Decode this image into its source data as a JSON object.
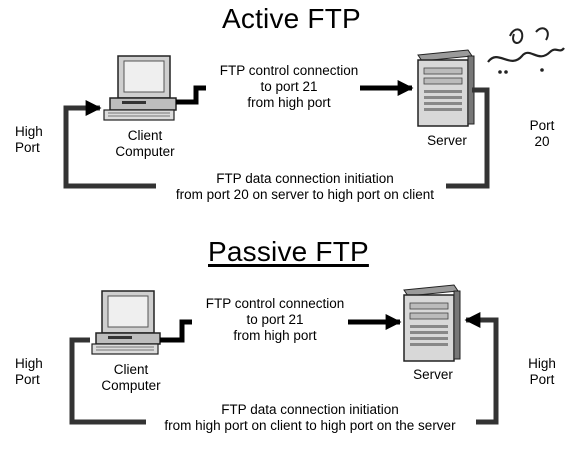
{
  "active": {
    "title": "Active FTP",
    "control_text": [
      "FTP control connection",
      "to port 21",
      "from high port"
    ],
    "data_text": [
      "FTP data connection initiation",
      "from port 20 on server to high port on client"
    ],
    "client_label": [
      "Client",
      "Computer"
    ],
    "server_label": "Server",
    "left_port": [
      "High",
      "Port"
    ],
    "right_port": [
      "Port",
      "20"
    ]
  },
  "passive": {
    "title": "Passive FTP",
    "control_text": [
      "FTP control connection",
      "to port 21",
      "from high port"
    ],
    "data_text": [
      "FTP data connection initiation",
      "from high port on client to high port on the server"
    ],
    "client_label": [
      "Client",
      "Computer"
    ],
    "server_label": "Server",
    "left_port": [
      "High",
      "Port"
    ],
    "right_port": [
      "High",
      "Port"
    ]
  },
  "colors": {
    "line": "#333333",
    "arrow": "#000000",
    "logo": "#222222"
  },
  "icons": {
    "client": "computer-icon",
    "server": "server-icon",
    "logo": "watermark-logo"
  }
}
